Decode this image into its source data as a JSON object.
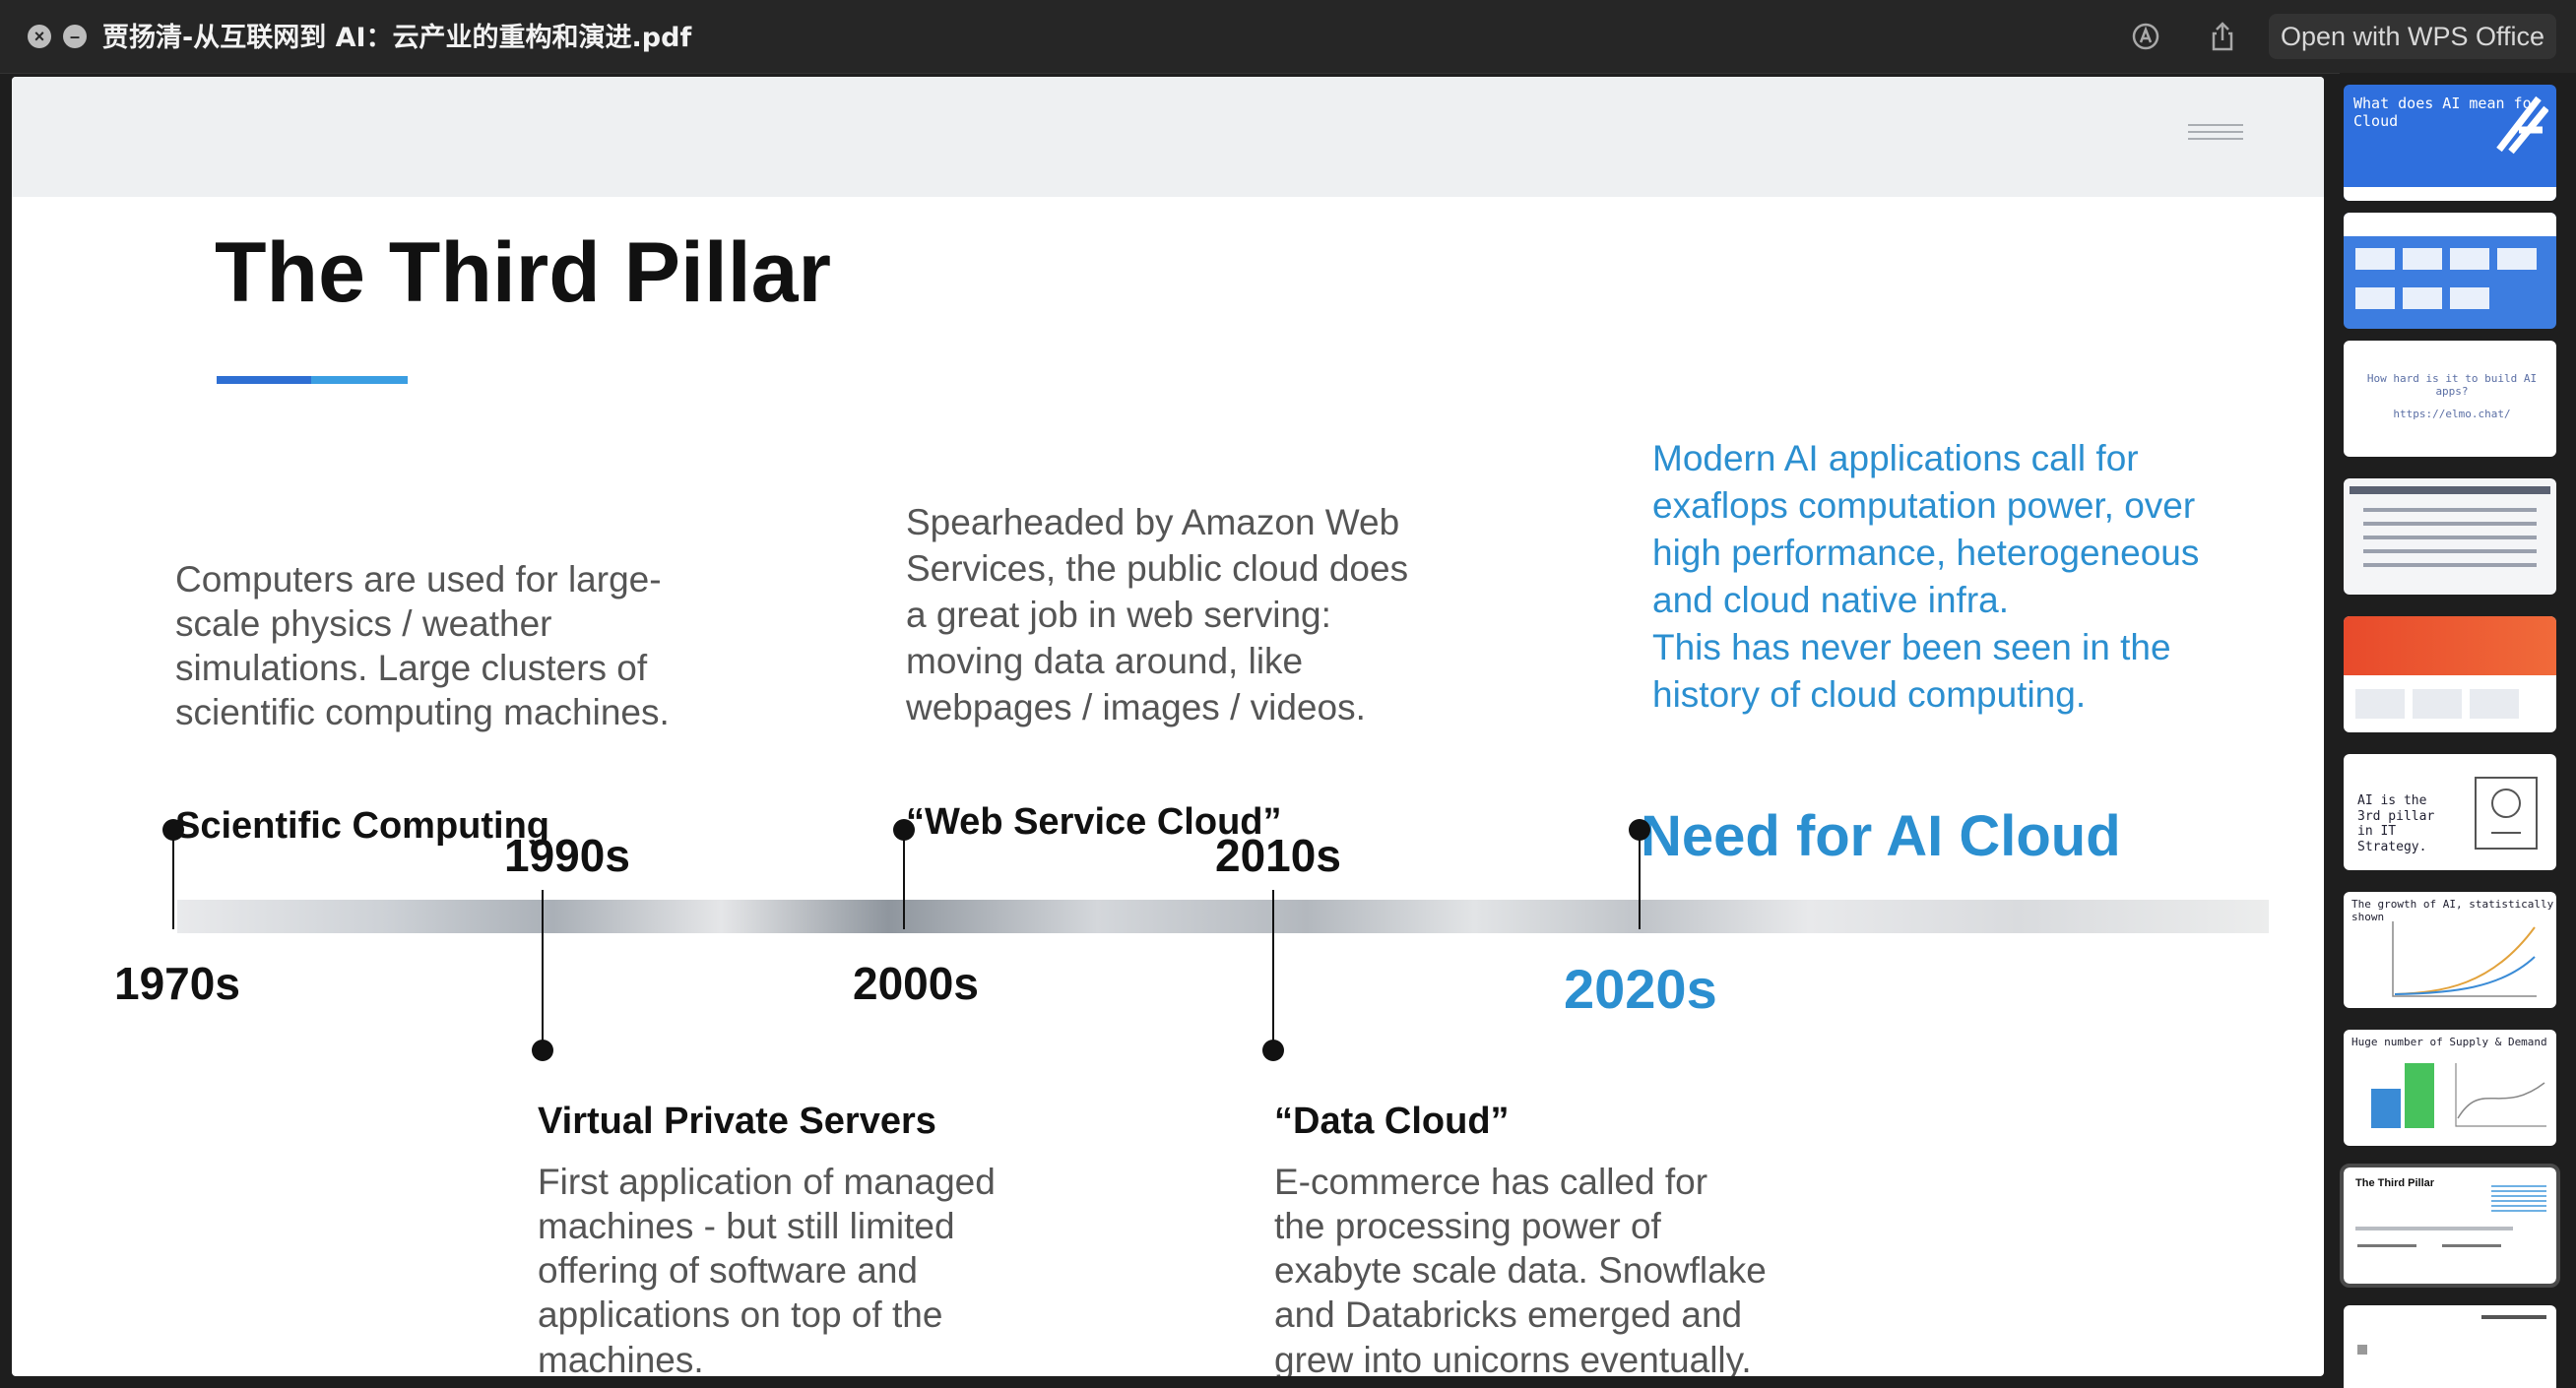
{
  "window": {
    "title": "贾扬清-从互联网到 AI：云产业的重构和演进.pdf",
    "open_with_label": "Open with WPS Office"
  },
  "slide": {
    "title": "The Third Pillar",
    "entries": {
      "e1970": {
        "year": "1970s",
        "label": "Scientific Computing",
        "lines": [
          "Computers are used for large-",
          "scale physics / weather",
          "simulations. Large clusters of",
          "scientific computing machines."
        ]
      },
      "e1990": {
        "year": "1990s",
        "label": "Virtual Private Servers",
        "lines": [
          "First application of managed",
          "machines - but still limited",
          "offering of software and",
          "applications on top of the",
          "machines."
        ]
      },
      "e2000": {
        "year": "2000s",
        "label": "“Web Service Cloud”",
        "lines": [
          "Spearheaded by Amazon Web",
          "Services, the public cloud does",
          "a great job in web serving:",
          "moving data around, like",
          "webpages / images / videos."
        ]
      },
      "e2010": {
        "year": "2010s",
        "label": "“Data Cloud”",
        "lines": [
          "E-commerce has called for",
          "the processing power of",
          "exabyte scale data. Snowflake",
          "and Databricks emerged and",
          "grew into unicorns eventually."
        ]
      },
      "e2020": {
        "year": "2020s",
        "label": "Need for AI Cloud",
        "lines": [
          "Modern AI applications call for",
          "exaflops computation power, over",
          "high performance, heterogeneous",
          "and cloud native infra.",
          "This has never been seen in the",
          "history of cloud computing."
        ]
      }
    }
  },
  "thumbnails": {
    "t1": {
      "text": "What does AI mean for Cloud"
    },
    "t3": {
      "text": "How hard is it to build AI apps?",
      "url": "https://elmo.chat/"
    },
    "t6": {
      "text": "AI is the 3rd pillar in IT Strategy."
    },
    "t7": {
      "text": "The growth of AI, statistically shown"
    },
    "t8": {
      "text": "Huge number of Supply & Demand"
    },
    "t9": {
      "text": "The Third Pillar"
    }
  },
  "colors": {
    "accent_blue": "#2b8fd0",
    "title_bar": "#262626",
    "slide_header": "#eef0f2"
  },
  "icons": [
    "close-icon",
    "minimize-icon",
    "markup-icon",
    "share-icon",
    "menu-icon"
  ]
}
